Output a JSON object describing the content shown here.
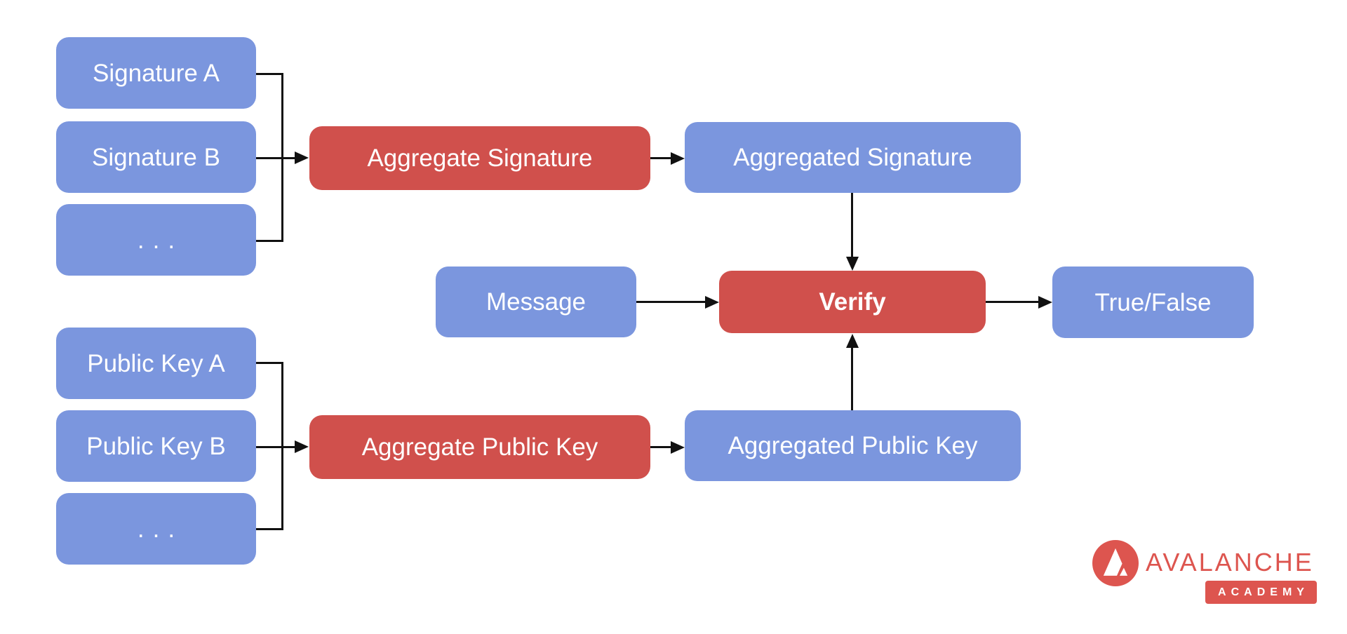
{
  "colors": {
    "node_blue": "#7b96de",
    "node_red": "#d0504c",
    "logo_red": "#dd554f",
    "line_black": "#111111",
    "text_white": "#ffffff"
  },
  "nodes": {
    "signature_a": "Signature A",
    "signature_b": "Signature B",
    "signatures_more": "...",
    "aggregate_signature": "Aggregate Signature",
    "aggregated_signature": "Aggregated Signature",
    "public_key_a": "Public Key A",
    "public_key_b": "Public Key B",
    "public_keys_more": "...",
    "aggregate_public_key": "Aggregate Public Key",
    "aggregated_public_key": "Aggregated Public Key",
    "message": "Message",
    "verify": "Verify",
    "result": "True/False"
  },
  "logo": {
    "brand": "AVALANCHE",
    "badge": "ACADEMY"
  }
}
